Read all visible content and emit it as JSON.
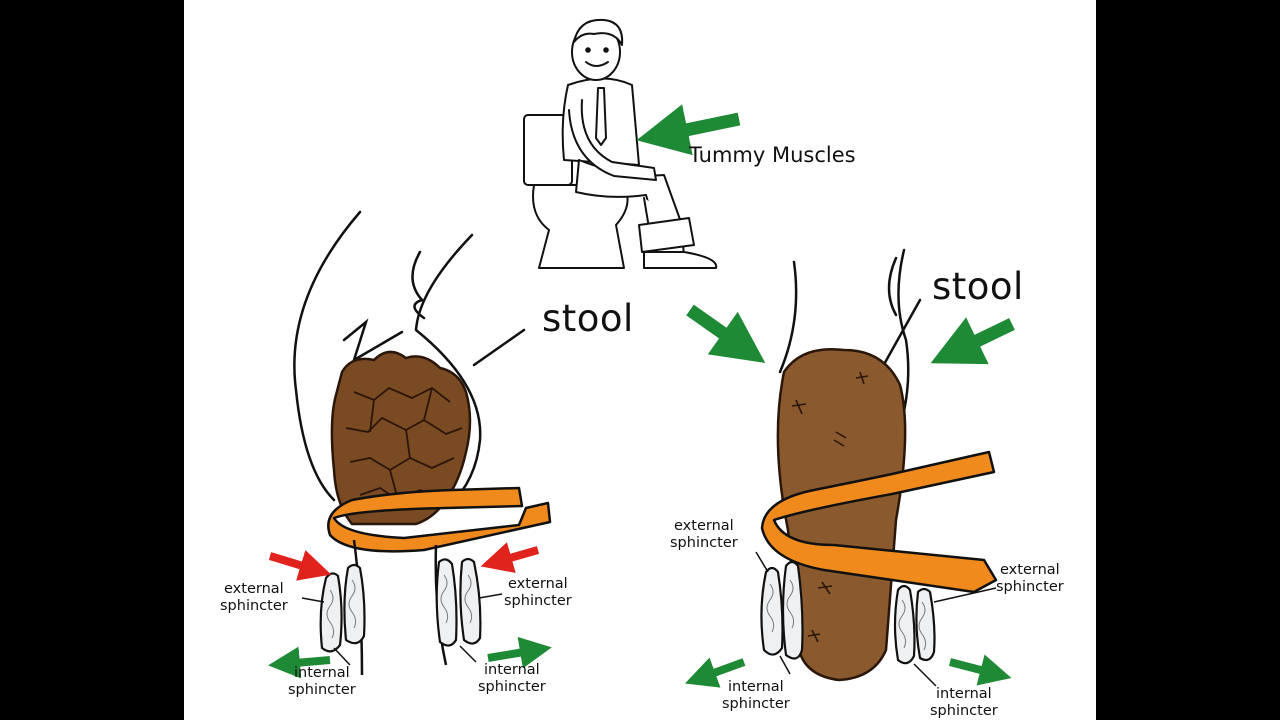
{
  "labels": {
    "tummy_muscles": "Tummy Muscles",
    "stool_left": "stool",
    "stool_right": "stool",
    "left_external_sphincter_a": "external\nsphincter",
    "left_external_sphincter_b": "external\nsphincter",
    "left_internal_sphincter_a": "internal\nsphincter",
    "left_internal_sphincter_b": "internal\nsphincter",
    "right_external_sphincter_a": "external\nsphincter",
    "right_external_sphincter_b": "external\nsphincter",
    "right_internal_sphincter_a": "internal\nsphincter",
    "right_internal_sphincter_b": "internal\nsphincter"
  },
  "colors": {
    "stool_hard": "#7a4a22",
    "stool_soft": "#8a5a2e",
    "muscle_band": "#f08a1c",
    "push_arrow": "#1f8a36",
    "squeeze_arrow": "#e0231c",
    "outline": "#111111",
    "background": "#ffffff",
    "letterbox": "#000000"
  }
}
